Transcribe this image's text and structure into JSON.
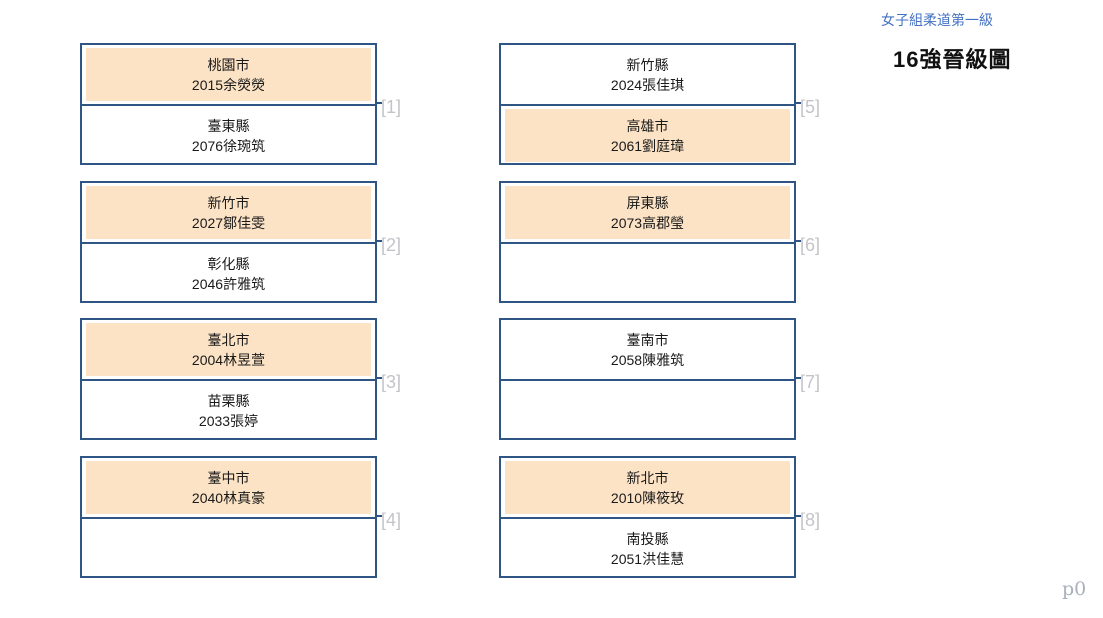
{
  "header": {
    "category_link": "女子組柔道第一級",
    "title": "16強晉級圖"
  },
  "footer": {
    "page_marker": "p0"
  },
  "colors": {
    "box_border": "#2E5584",
    "highlight_fill": "#FCE3C5",
    "label_gray": "#C3C4C8",
    "link_blue": "#4472C4"
  },
  "bracket": {
    "matches": [
      {
        "label": "[1]",
        "top": {
          "city": "桃園市",
          "entry": "2015余熒熒",
          "highlight": true
        },
        "bottom": {
          "city": "臺東縣",
          "entry": "2076徐琬筑",
          "highlight": false
        }
      },
      {
        "label": "[2]",
        "top": {
          "city": "新竹市",
          "entry": "2027鄒佳雯",
          "highlight": true
        },
        "bottom": {
          "city": "彰化縣",
          "entry": "2046許雅筑",
          "highlight": false
        }
      },
      {
        "label": "[3]",
        "top": {
          "city": "臺北市",
          "entry": "2004林昱萱",
          "highlight": true
        },
        "bottom": {
          "city": "苗栗縣",
          "entry": "2033張婷",
          "highlight": false
        }
      },
      {
        "label": "[4]",
        "top": {
          "city": "臺中市",
          "entry": "2040林真豪",
          "highlight": true
        },
        "bottom": {
          "city": "",
          "entry": "",
          "highlight": false
        }
      },
      {
        "label": "[5]",
        "top": {
          "city": "新竹縣",
          "entry": "2024張佳琪",
          "highlight": false
        },
        "bottom": {
          "city": "高雄市",
          "entry": "2061劉庭瑋",
          "highlight": true
        }
      },
      {
        "label": "[6]",
        "top": {
          "city": "屏東縣",
          "entry": "2073高郡瑩",
          "highlight": true
        },
        "bottom": {
          "city": "",
          "entry": "",
          "highlight": false
        }
      },
      {
        "label": "[7]",
        "top": {
          "city": "臺南市",
          "entry": "2058陳雅筑",
          "highlight": false
        },
        "bottom": {
          "city": "",
          "entry": "",
          "highlight": false
        }
      },
      {
        "label": "[8]",
        "top": {
          "city": "新北市",
          "entry": "2010陳筱玫",
          "highlight": true
        },
        "bottom": {
          "city": "南投縣",
          "entry": "2051洪佳慧",
          "highlight": false
        }
      }
    ]
  }
}
